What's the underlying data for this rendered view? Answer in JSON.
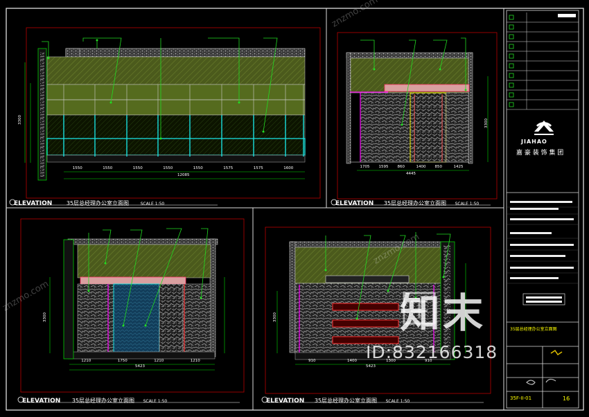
{
  "drawing": {
    "panels": [
      {
        "id": "p1",
        "label": "ELEVATION",
        "title": "35层总经理办公室立面图",
        "scale": "SCALE 1:50",
        "dims": [
          "1550",
          "1550",
          "1550",
          "1550",
          "1550",
          "1575",
          "1575",
          "1600"
        ],
        "total": "12085",
        "height": "3300"
      },
      {
        "id": "p2",
        "label": "ELEVATION",
        "title": "35层总经理办公室立面图",
        "scale": "SCALE 1:50",
        "dims": [
          "1705",
          "1595",
          "860",
          "1400",
          "850",
          "1425"
        ],
        "total": "4445",
        "height": "3300"
      },
      {
        "id": "p3",
        "label": "ELEVATION",
        "title": "35层总经理办公室立面图",
        "scale": "SCALE 1:50",
        "dims": [
          "1210",
          "1750",
          "1210",
          "1210"
        ],
        "total": "5423",
        "height": "3300"
      },
      {
        "id": "p4",
        "label": "ELEVATION",
        "title": "35层总经理办公室立面图",
        "scale": "SCALE 1:50",
        "dims": [
          "910",
          "1400",
          "1300",
          "910"
        ],
        "total": "5423",
        "height": "3300"
      }
    ],
    "title_block": {
      "company_logo_text": "JIAHAO",
      "company_name": "嘉 豪 装 饰 集 团",
      "drawing_title": "35层总经理办公室立面图",
      "sheet_number": "16",
      "sheet_code": "35F-II-01"
    }
  },
  "watermark": {
    "brand": "知末",
    "id_text": "ID:832166318",
    "site": "znzmo.com"
  }
}
